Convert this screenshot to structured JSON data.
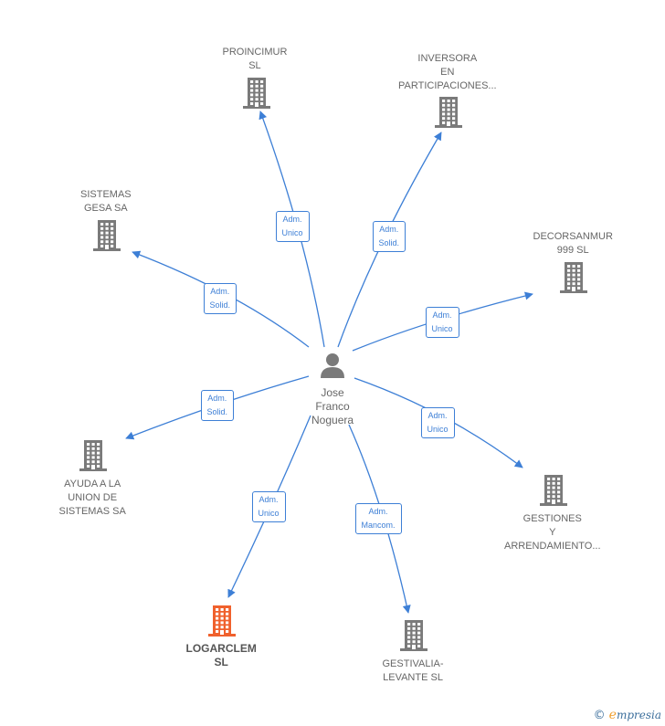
{
  "center": {
    "name_lines": [
      "Jose",
      "Franco",
      "Noguera"
    ],
    "icon": "person-icon"
  },
  "companies": [
    {
      "id": "proincimur",
      "name_lines": [
        "PROINCIMUR",
        "SL"
      ],
      "icon": "building-icon"
    },
    {
      "id": "inversora",
      "name_lines": [
        "INVERSORA",
        "EN",
        "PARTICIPACIONES..."
      ],
      "icon": "building-icon"
    },
    {
      "id": "sistemas-gesa",
      "name_lines": [
        "SISTEMAS",
        "GESA SA"
      ],
      "icon": "building-icon"
    },
    {
      "id": "decorsanmur",
      "name_lines": [
        "DECORSANMUR",
        "999  SL"
      ],
      "icon": "building-icon"
    },
    {
      "id": "ayuda",
      "name_lines": [
        "AYUDA A LA",
        "UNION DE",
        "SISTEMAS SA"
      ],
      "icon": "building-icon"
    },
    {
      "id": "gestiones",
      "name_lines": [
        "GESTIONES",
        "Y",
        "ARRENDAMIENTO..."
      ],
      "icon": "building-icon"
    },
    {
      "id": "logarclem",
      "name_lines": [
        "LOGARCLEM",
        "SL"
      ],
      "icon": "building-icon",
      "highlight": true
    },
    {
      "id": "gestivalia",
      "name_lines": [
        "GESTIVALIA-",
        "LEVANTE SL"
      ],
      "icon": "building-icon"
    }
  ],
  "relations": [
    {
      "target": "proincimur",
      "label_lines": [
        "Adm.",
        "Unico"
      ]
    },
    {
      "target": "inversora",
      "label_lines": [
        "Adm.",
        "Solid."
      ]
    },
    {
      "target": "sistemas-gesa",
      "label_lines": [
        "Adm.",
        "Solid."
      ]
    },
    {
      "target": "decorsanmur",
      "label_lines": [
        "Adm.",
        "Unico"
      ]
    },
    {
      "target": "ayuda",
      "label_lines": [
        "Adm.",
        "Solid."
      ]
    },
    {
      "target": "gestiones",
      "label_lines": [
        "Adm.",
        "Unico"
      ]
    },
    {
      "target": "logarclem",
      "label_lines": [
        "Adm.",
        "Unico"
      ]
    },
    {
      "target": "gestivalia",
      "label_lines": [
        "Adm.",
        "Mancom."
      ]
    }
  ],
  "colors": {
    "edge": "#3d7fd6",
    "building": "#7a7a7a",
    "highlight": "#f0612d",
    "text": "#666666"
  },
  "brand": {
    "copyright": "©",
    "name": "mpresia",
    "initial": "e"
  }
}
